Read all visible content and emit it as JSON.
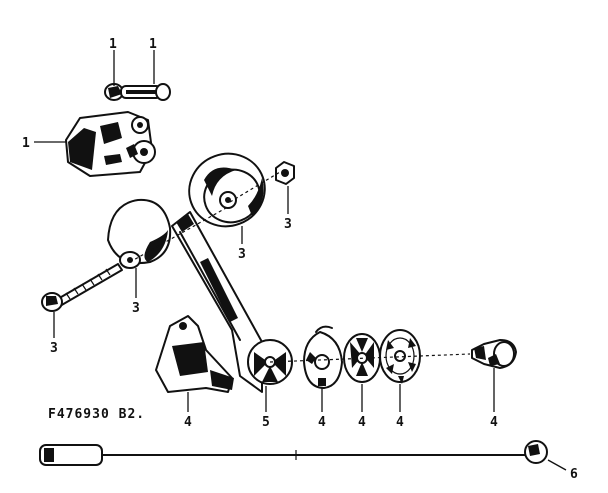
{
  "figure_code": "F476930 B2.",
  "callouts": {
    "top_bolt_left": "1",
    "top_bolt_right": "1",
    "clamp": "1",
    "pulley": "3",
    "nut": "3",
    "plate": "3",
    "screw": "3",
    "bracket": "4",
    "arm": "5",
    "washer": "4",
    "spring_disc": "4",
    "star_washer": "4",
    "knob": "4",
    "cable": "6"
  }
}
